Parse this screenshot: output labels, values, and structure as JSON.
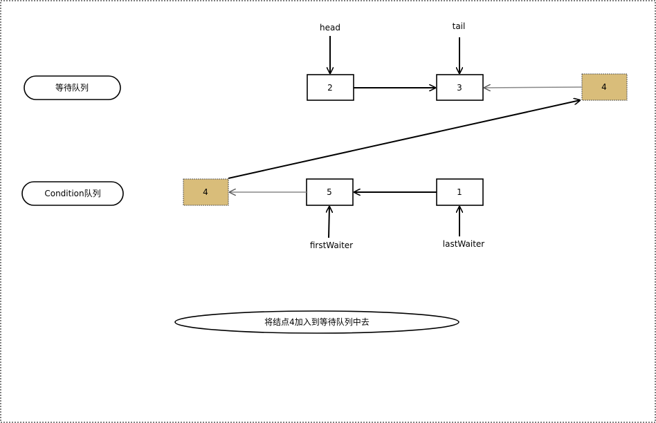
{
  "queues": {
    "wait_queue_label": "等待队列",
    "condition_queue_label": "Condition队列"
  },
  "nodes": {
    "wait_head_node": "2",
    "wait_tail_node": "3",
    "moved_node_in_wait_queue": "4",
    "moved_node_from_condition": "4",
    "condition_first_node": "5",
    "condition_last_node": "1"
  },
  "pointers": {
    "head": "head",
    "tail": "tail",
    "first_waiter": "firstWaiter",
    "last_waiter": "lastWaiter"
  },
  "caption": "将结点4加入到等待队列中去",
  "colors": {
    "moved_node_fill": "#d9bd7a",
    "normal_node_fill": "#ffffff",
    "stroke": "#000000",
    "faint_arrow": "#888888"
  }
}
